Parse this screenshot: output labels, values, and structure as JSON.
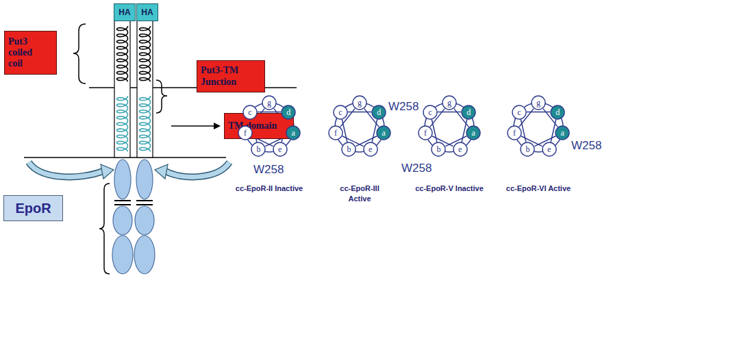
{
  "diagram": {
    "nodes": [
      {
        "text": [
          "HA"
        ]
      },
      {
        "text": [
          "HA"
        ]
      },
      {
        "text": [
          "Put3 coiled coil"
        ]
      },
      {
        "text": [
          "Put3-TM Junction"
        ]
      },
      {
        "text": [
          "TM domain"
        ]
      },
      {
        "text": [
          "EpoR"
        ]
      },
      {
        "text": [
          "g"
        ]
      },
      {
        "text": [
          "d"
        ]
      },
      {
        "text": [
          "a"
        ]
      },
      {
        "text": [
          "e"
        ]
      },
      {
        "text": [
          "b"
        ]
      },
      {
        "text": [
          "f"
        ]
      },
      {
        "text": [
          "c"
        ]
      },
      {
        "text": [
          "g"
        ]
      },
      {
        "text": [
          "d"
        ]
      },
      {
        "text": [
          "a"
        ]
      },
      {
        "text": [
          "e"
        ]
      },
      {
        "text": [
          "b"
        ]
      },
      {
        "text": [
          "f"
        ]
      },
      {
        "text": [
          "c"
        ]
      },
      {
        "text": [
          "g"
        ]
      },
      {
        "text": [
          "d"
        ]
      },
      {
        "text": [
          "a"
        ]
      },
      {
        "text": [
          "e"
        ]
      },
      {
        "text": [
          "b"
        ]
      },
      {
        "text": [
          "f"
        ]
      },
      {
        "text": [
          "c"
        ]
      },
      {
        "text": [
          "g"
        ]
      },
      {
        "text": [
          "d"
        ]
      },
      {
        "text": [
          "a"
        ]
      },
      {
        "text": [
          "e"
        ]
      },
      {
        "text": [
          "b"
        ]
      },
      {
        "text": [
          "f"
        ]
      },
      {
        "text": [
          "c"
        ]
      }
    ],
    "edges": [
      {
        "from": 8,
        "to": 10,
        "arrow": "none"
      },
      {
        "from": 10,
        "to": 12,
        "arrow": "none"
      },
      {
        "from": 12,
        "to": 7,
        "arrow": "none"
      },
      {
        "from": 7,
        "to": 9,
        "arrow": "none"
      },
      {
        "from": 9,
        "to": 11,
        "arrow": "none"
      },
      {
        "from": 11,
        "to": 6,
        "arrow": "none"
      },
      {
        "from": 6,
        "to": 8,
        "arrow": "none"
      },
      {
        "from": 15,
        "to": 17,
        "arrow": "none"
      },
      {
        "from": 17,
        "to": 19,
        "arrow": "none"
      },
      {
        "from": 19,
        "to": 14,
        "arrow": "none"
      },
      {
        "from": 14,
        "to": 16,
        "arrow": "none"
      },
      {
        "from": 16,
        "to": 18,
        "arrow": "none"
      },
      {
        "from": 18,
        "to": 13,
        "arrow": "none"
      },
      {
        "from": 13,
        "to": 15,
        "arrow": "none"
      },
      {
        "from": 22,
        "to": 24,
        "arrow": "none"
      },
      {
        "from": 24,
        "to": 26,
        "arrow": "none"
      },
      {
        "from": 26,
        "to": 21,
        "arrow": "none"
      },
      {
        "from": 21,
        "to": 23,
        "arrow": "none"
      },
      {
        "from": 23,
        "to": 25,
        "arrow": "none"
      },
      {
        "from": 25,
        "to": 20,
        "arrow": "none"
      },
      {
        "from": 20,
        "to": 22,
        "arrow": "none"
      },
      {
        "from": 29,
        "to": 31,
        "arrow": "none"
      },
      {
        "from": 31,
        "to": 33,
        "arrow": "none"
      },
      {
        "from": 33,
        "to": 28,
        "arrow": "none"
      },
      {
        "from": 28,
        "to": 30,
        "arrow": "none"
      },
      {
        "from": 30,
        "to": 32,
        "arrow": "none"
      },
      {
        "from": 32,
        "to": 27,
        "arrow": "none"
      },
      {
        "from": 27,
        "to": 29,
        "arrow": "none"
      }
    ],
    "labels": [
      "W258",
      "W258",
      "W258",
      "W258",
      "cc-EpoR-II Inactive",
      "cc-EpoR-III Active",
      "cc-EpoR-V Inactive",
      "cc-EpoR-VI Active"
    ]
  }
}
